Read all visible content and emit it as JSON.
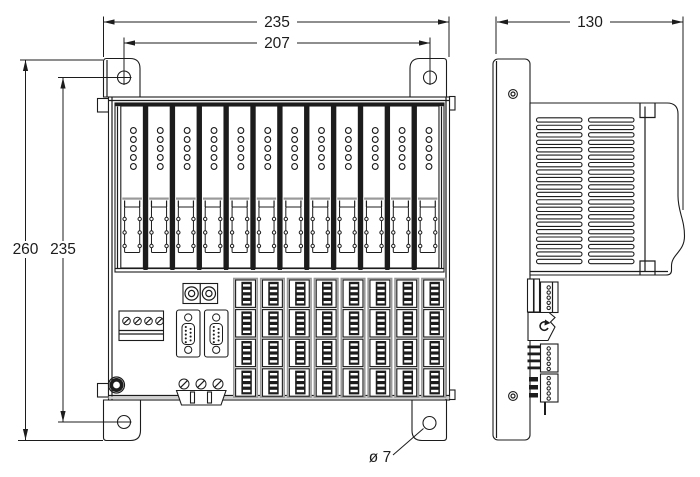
{
  "drawing": {
    "kind": "technical-dimension-drawing",
    "dimensions": {
      "overall_width": "235",
      "hole_spacing_x": "207",
      "overall_height": "260",
      "hole_spacing_y": "235",
      "depth": "130",
      "hole_diameter": "ø 7"
    },
    "front_view": {
      "modules": 12,
      "leds_per_module": 5,
      "terminal_dot_rows": 3,
      "grid_columns": 8,
      "grid_rows": 4,
      "grid_slats": 4
    },
    "side_view": {
      "vent_columns": 2,
      "vent_slots_per_column": 20,
      "connector_pin_circles": 5
    },
    "colors": {
      "line": "#1c1c1c",
      "gray": "#9a9a9a",
      "panel_gray": "#e9e9e9",
      "rail_gray": "#cfcfcf",
      "background": "#ffffff"
    }
  }
}
